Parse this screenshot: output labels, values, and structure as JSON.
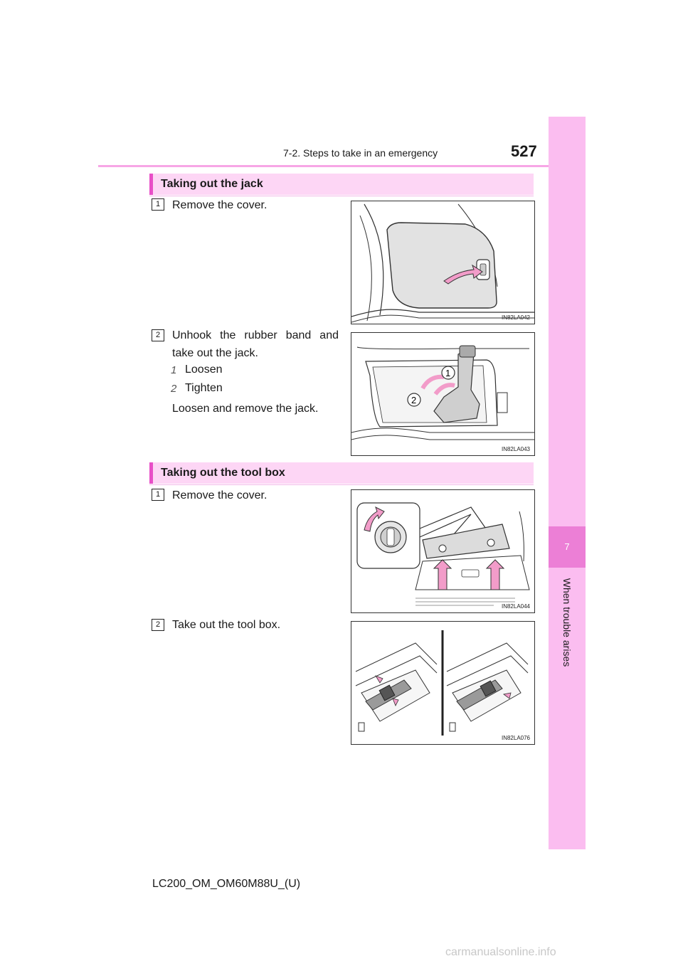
{
  "header": {
    "section": "7-2. Steps to take in an emergency",
    "page_number": "527"
  },
  "side_tab": {
    "chapter_number": "7",
    "chapter_title": "When trouble arises"
  },
  "sections": [
    {
      "title": "Taking out the jack",
      "steps": [
        {
          "number": "1",
          "text": "Remove the cover.",
          "figure_code": "IN82LA042"
        },
        {
          "number": "2",
          "text": "Unhook the rubber band and take out the jack.",
          "sub_items": [
            {
              "number": "1",
              "text": "Loosen"
            },
            {
              "number": "2",
              "text": "Tighten"
            }
          ],
          "note": "Loosen and remove the jack.",
          "figure_code": "IN82LA043",
          "callouts": [
            "1",
            "2"
          ]
        }
      ]
    },
    {
      "title": "Taking out the tool box",
      "steps": [
        {
          "number": "1",
          "text": "Remove the cover.",
          "figure_code": "IN82LA044"
        },
        {
          "number": "2",
          "text": "Take out the tool box.",
          "figure_code": "IN82LA076"
        }
      ]
    }
  ],
  "footer": {
    "manual_code": "LC200_OM_OM60M88U_(U)"
  },
  "watermark": "carmanualsonline.info",
  "colors": {
    "accent_pink": "#f7a6e6",
    "side_tab": "#fbbdf0",
    "chapter_tab": "#ec7fd6",
    "section_fill": "#fdd6f5",
    "arrow_pink": "#f29cc9"
  }
}
